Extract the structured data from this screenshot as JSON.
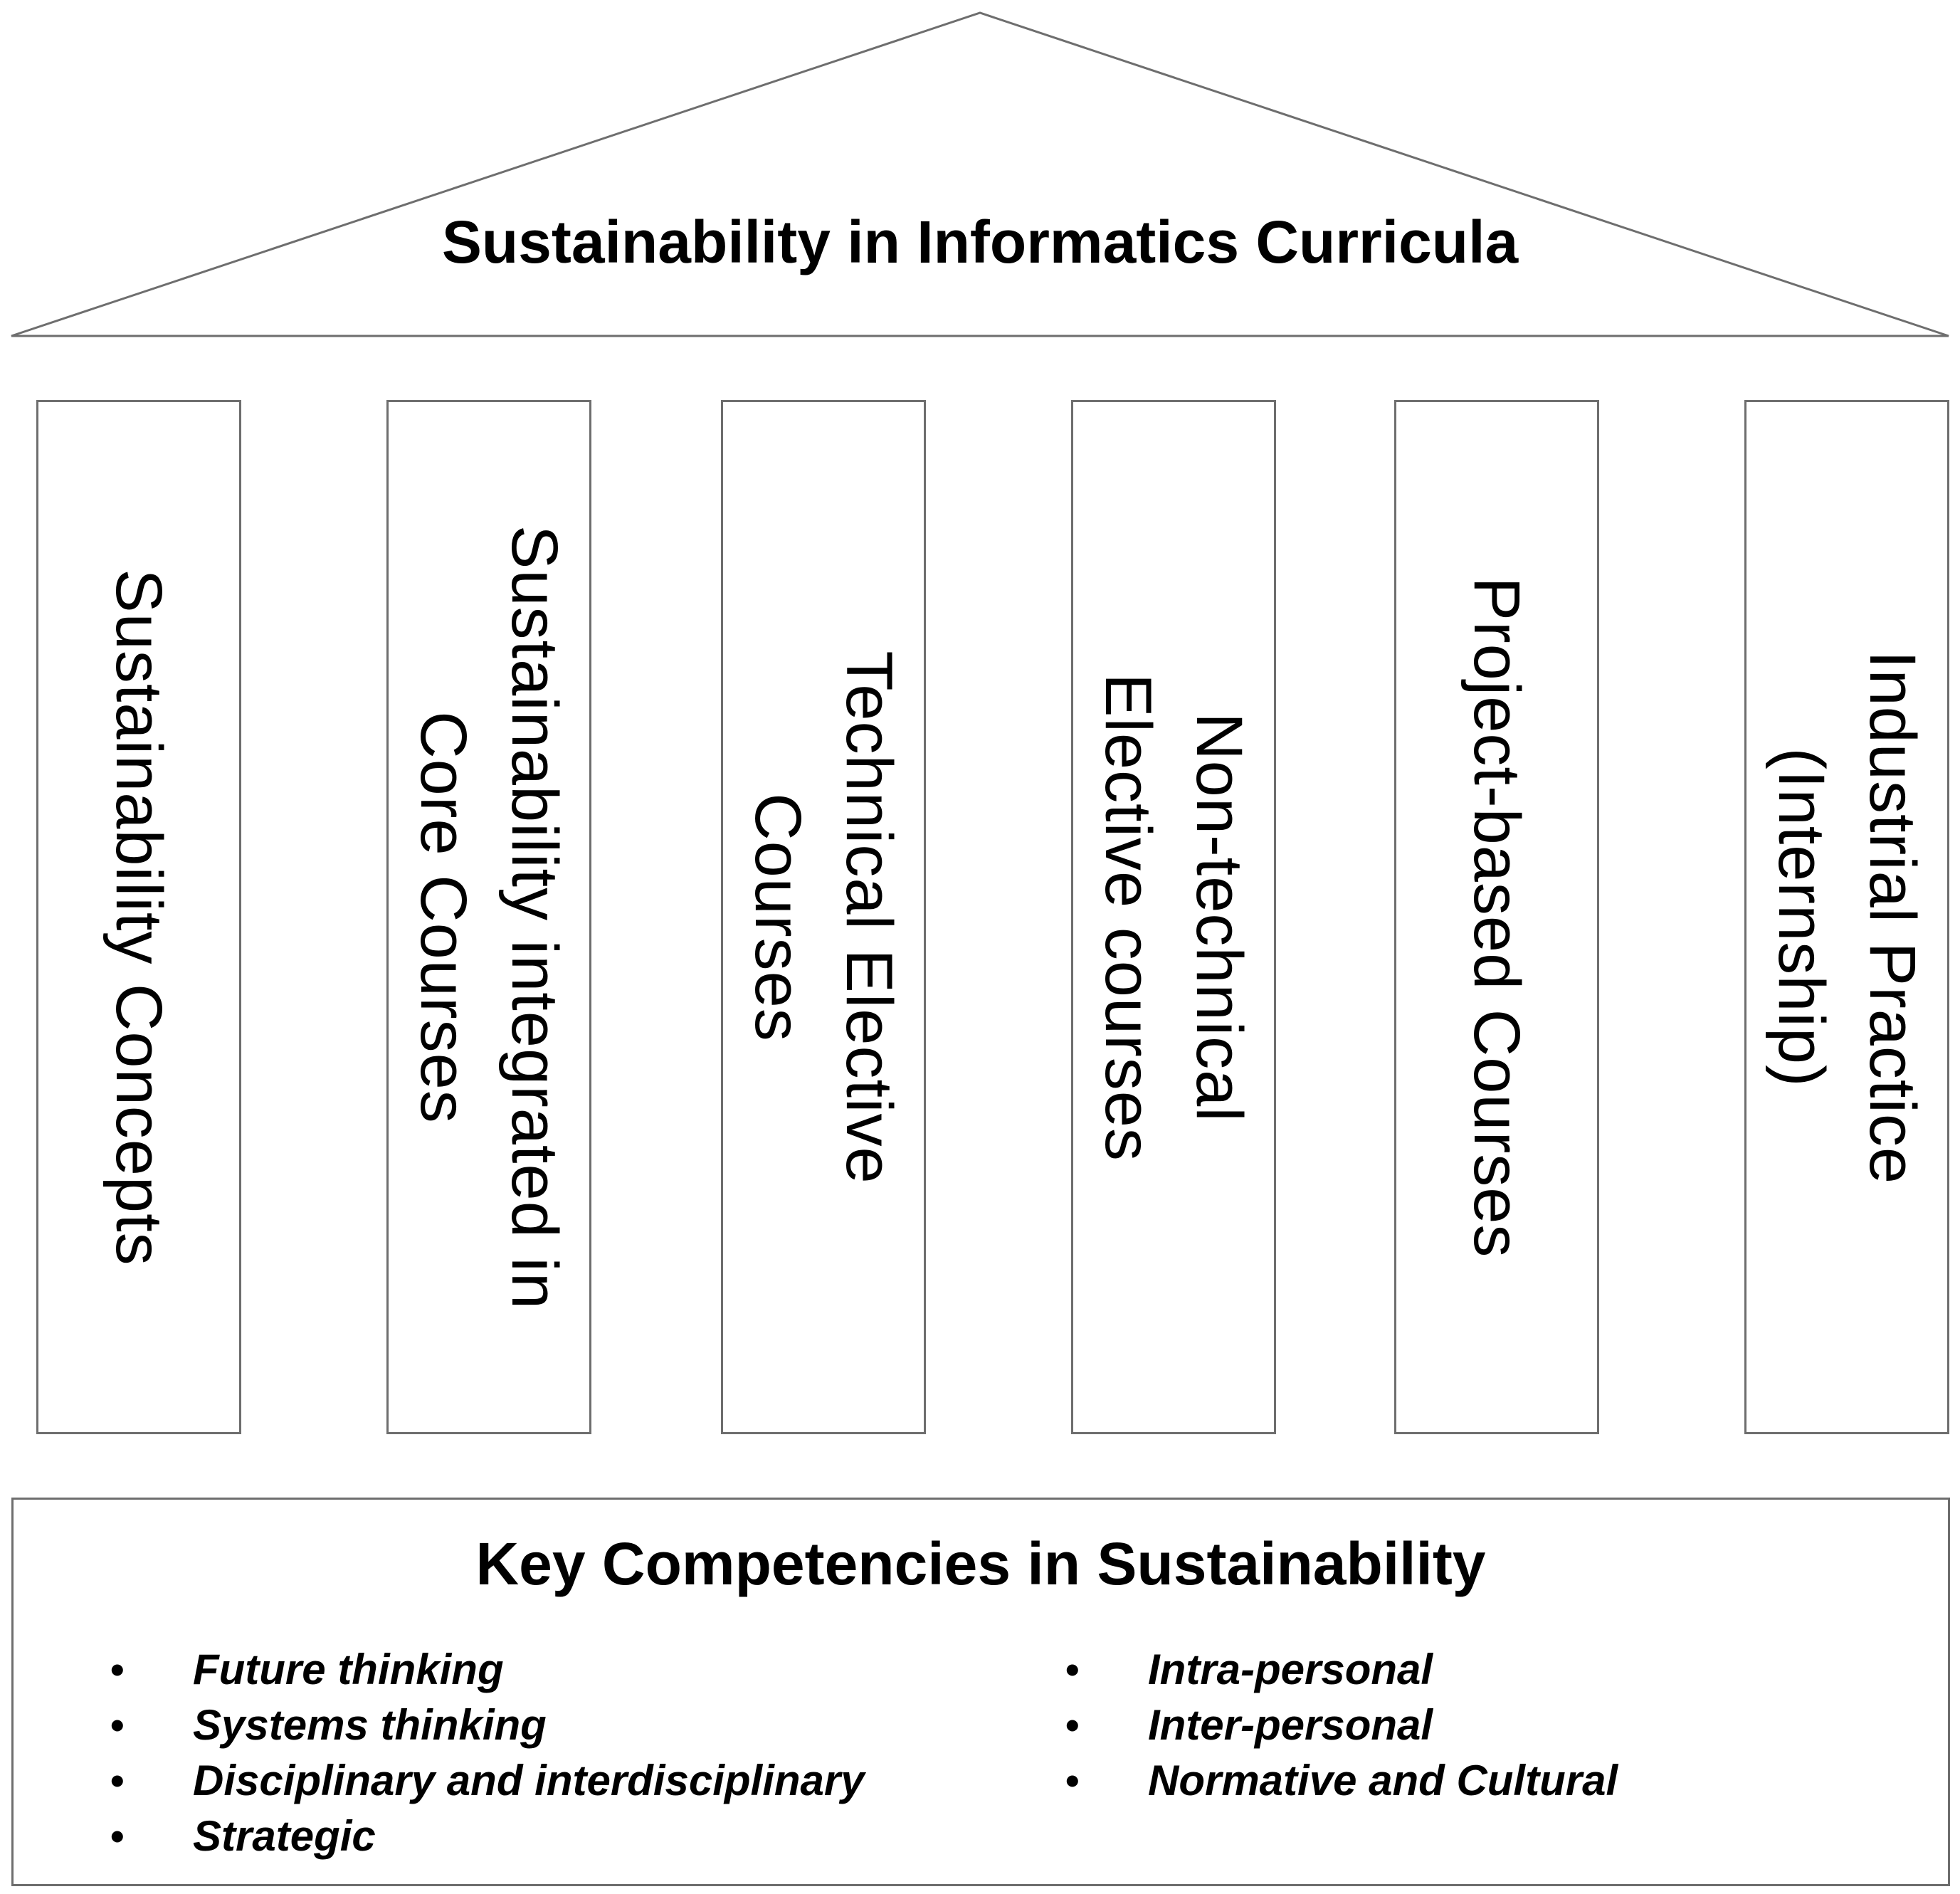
{
  "roof": {
    "title": "Sustainability in Informatics Curricula"
  },
  "pillars": [
    {
      "label": "Sustainability Concepts"
    },
    {
      "label": "Sustainability integrated in\nCore  Courses"
    },
    {
      "label": "Technical  Elective\nCourses"
    },
    {
      "label": "Non-technical\nElective courses"
    },
    {
      "label": "Project-based Courses"
    },
    {
      "label": "Industrial Practice\n(Internship)"
    }
  ],
  "base": {
    "title": "Key Competencies in Sustainability",
    "bullet": "•",
    "left_items": [
      "Future thinking",
      "Systems thinking",
      "Disciplinary and interdisciplinary",
      "Strategic"
    ],
    "right_items": [
      "Intra-personal",
      "Inter-personal",
      "Normative and Cultural"
    ]
  },
  "colors": {
    "outline": "#6e6e6e",
    "text": "#000000",
    "background": "#ffffff"
  }
}
